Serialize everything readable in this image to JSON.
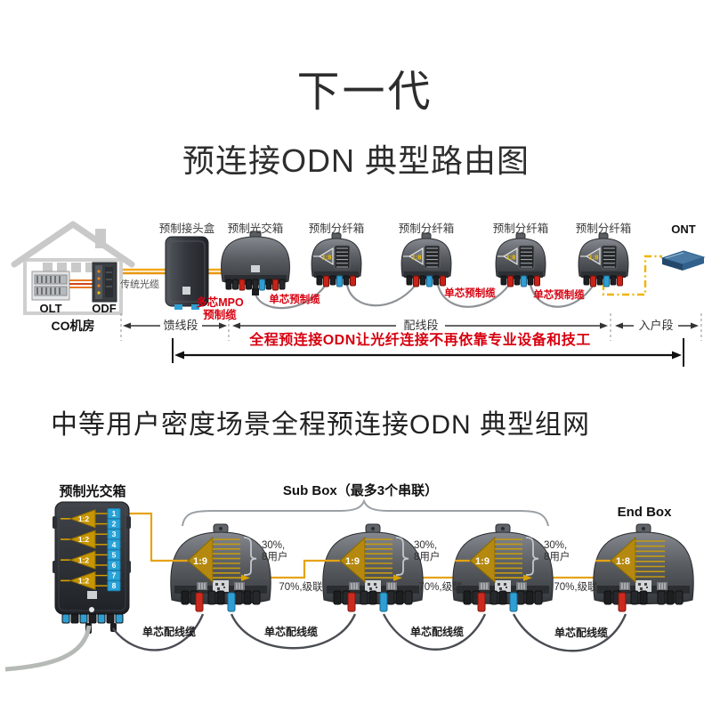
{
  "page": {
    "title": "下一代",
    "subtitle": "预连接ODN 典型路由图",
    "section2_title": "中等用户密度场景全程预连接ODN 典型组网"
  },
  "colors": {
    "cable_yellow": "#E6A315",
    "red_text": "#D7000F",
    "port_blue": "#29A3D8",
    "splitter_gold": "#C79500",
    "device_dark": "#3B3E42"
  },
  "top": {
    "co_label": "CO机房",
    "olt": "OLT",
    "odf": "ODF",
    "ont": "ONT",
    "nodes": [
      "预制接头盒",
      "预制光交箱",
      "预制分纤箱",
      "预制分纤箱",
      "预制分纤箱",
      "预制分纤箱"
    ],
    "ratios": [
      "1:8",
      "1:8",
      "1:8",
      "1:8"
    ],
    "cable_traditional": "传统光缆",
    "cable_mpo": [
      "多芯MPO",
      "预制缆"
    ],
    "cable_single": [
      "单芯预制缆",
      "单芯预制缆",
      "单芯预制缆"
    ],
    "segments": [
      "馈线段",
      "配线段",
      "入户段"
    ],
    "banner": "全程预连接ODN让光纤连接不再依靠专业设备和技工"
  },
  "bottom": {
    "cabinet_label": "预制光交箱",
    "splitters": [
      "1:2",
      "1:2",
      "1:2",
      "1:2"
    ],
    "ports": [
      "1",
      "2",
      "3",
      "4",
      "5",
      "6",
      "7",
      "8"
    ],
    "subbox_label": "Sub Box（最多3个串联）",
    "endbox_label": "End Box",
    "sub_ratios": [
      "1:9",
      "1:9",
      "1:9"
    ],
    "end_ratio": "1:8",
    "taps": [
      {
        "a": "30%,",
        "b": "8用户"
      },
      {
        "a": "30%,",
        "b": "8用户"
      },
      {
        "a": "30%,",
        "b": "8用户"
      }
    ],
    "cascades": [
      "70%,级联",
      "70%,级联",
      "70%,级联"
    ],
    "drop_cables": [
      "单芯配线缆",
      "单芯配线缆",
      "单芯配线缆",
      "单芯配线缆"
    ]
  }
}
